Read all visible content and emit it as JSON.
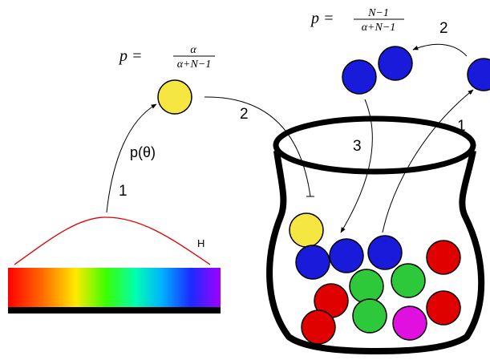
{
  "formulas": {
    "new_color": {
      "lhs": "p =",
      "numerator": "α",
      "denominator": "α+N−1"
    },
    "existing_color": {
      "lhs": "p =",
      "numerator": "N−1",
      "denominator": "α+N−1"
    }
  },
  "step_labels": {
    "prior_step": "1",
    "prior_to_urn_step": "2",
    "into_urn_step": "3",
    "out_of_urn_step": "1",
    "duplicate_step": "2"
  },
  "prior_label": "p(θ)",
  "base_measure_label": "H",
  "colors": {
    "yellow": "#f5e642",
    "blue": "#1a1adb",
    "red": "#e00000",
    "green": "#2ec93a",
    "magenta": "#e011e0"
  }
}
